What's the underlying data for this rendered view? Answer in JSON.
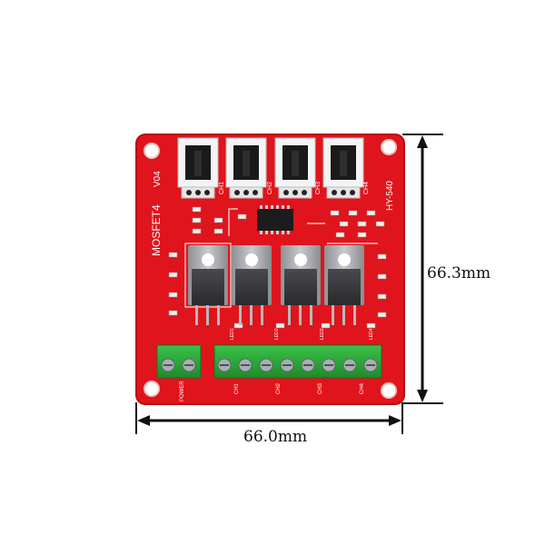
{
  "board": {
    "name": "MOSFET4",
    "version": "V04",
    "model": "HY-540",
    "pcb_color": "#e0141c",
    "header_labels": [
      "CH1",
      "CH2",
      "CH3",
      "CH4"
    ],
    "power_label": "POWER",
    "channel_labels": [
      "CH1",
      "CH2",
      "CH3",
      "CH4"
    ],
    "led_labels": [
      "LED1",
      "LED2",
      "LED3",
      "LED4"
    ]
  },
  "dimensions": {
    "width_label": "66.0mm",
    "height_label": "66.3mm"
  }
}
